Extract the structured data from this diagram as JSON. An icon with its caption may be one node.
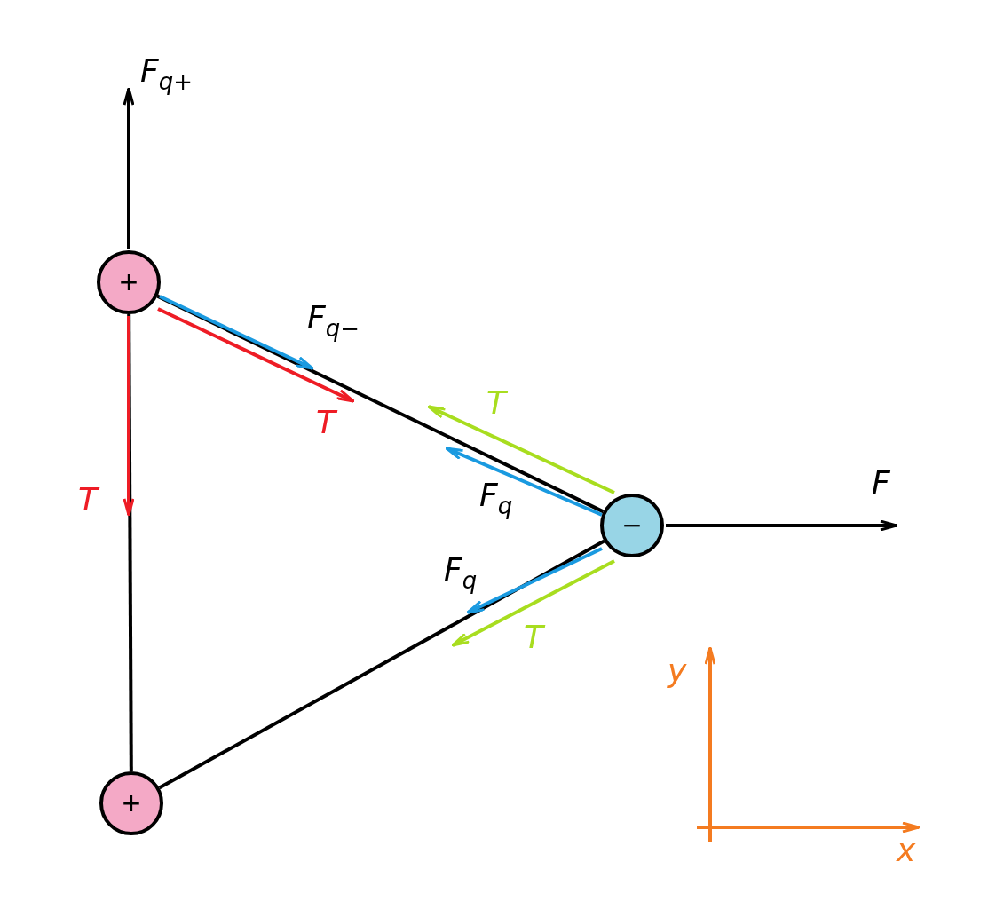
{
  "diagram": {
    "nodes": [
      {
        "text": [
          "+"
        ]
      },
      {
        "text": [
          "−"
        ]
      },
      {
        "text": [
          "+"
        ]
      }
    ],
    "edges": [
      {
        "from": 0,
        "to": 1,
        "arrow": "none"
      },
      {
        "from": 0,
        "to": 2,
        "arrow": "none"
      },
      {
        "from": 2,
        "to": 1,
        "arrow": "none"
      }
    ],
    "labels": [
      "F$_{q+}$",
      "F$_{q−}$",
      "T",
      "T",
      "F",
      "T",
      "F$_{q}$",
      "F$_{q}$",
      "T",
      "y",
      "x"
    ]
  }
}
